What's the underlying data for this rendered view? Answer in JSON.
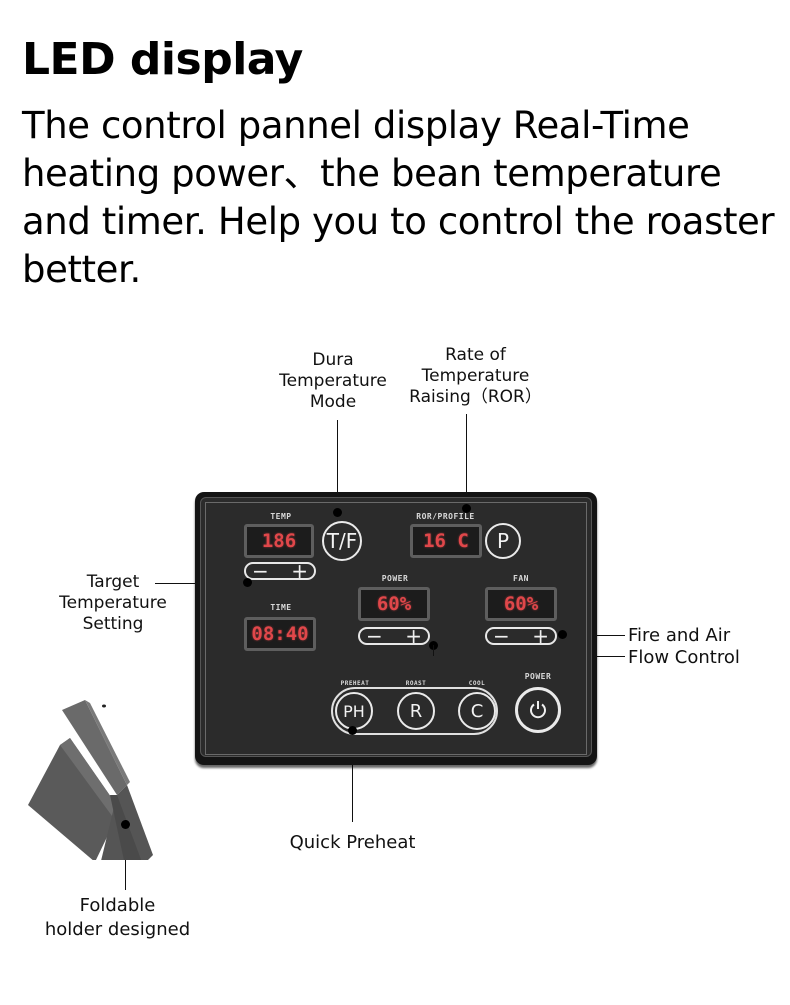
{
  "header": {
    "title": "LED display",
    "description": "The control pannel display Real-Time heating power、the bean temperature and timer. Help you to control the roaster better."
  },
  "callouts": {
    "dura_temp_mode": [
      "Dura",
      "Temperature",
      "Mode"
    ],
    "ror": [
      "Rate of",
      "Temperature",
      "Raising（ROR）"
    ],
    "target_temp": [
      "Target",
      "Temperature",
      "Setting"
    ],
    "fire_air": [
      "Fire and Air",
      "Flow Control"
    ],
    "quick_preheat": "Quick Preheat",
    "foldable_holder": [
      "Foldable",
      "holder designed"
    ]
  },
  "panel": {
    "temp": {
      "label": "TEMP",
      "value": "186"
    },
    "tf_button": "T/F",
    "ror_profile": {
      "label": "ROR/PROFILE",
      "value": "16 C"
    },
    "profile_button": "P",
    "time": {
      "label": "TIME",
      "value": "08:40"
    },
    "power": {
      "label": "POWER",
      "value": "60%"
    },
    "fan": {
      "label": "FAN",
      "value": "60%"
    },
    "minus": "−",
    "plus": "+",
    "mode_buttons": [
      {
        "label": "PREHEAT",
        "glyph": "PH"
      },
      {
        "label": "ROAST",
        "glyph": "R"
      },
      {
        "label": "COOL",
        "glyph": "C"
      }
    ],
    "power_button": {
      "label": "POWER",
      "icon": "power-icon"
    }
  },
  "colors": {
    "lcd_digits": "#e0474a",
    "panel_body": "#2b2b2b",
    "panel_edge": "#141414"
  }
}
